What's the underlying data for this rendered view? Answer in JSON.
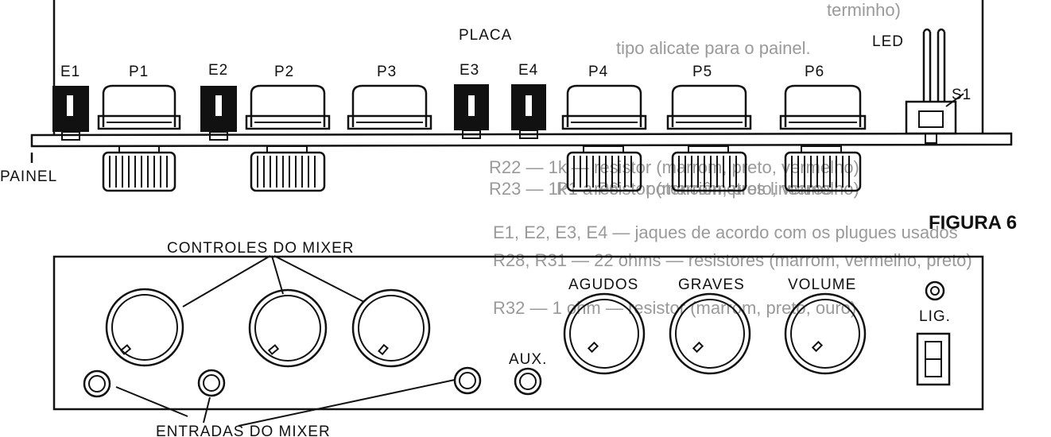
{
  "labels": {
    "placa": "PLACA",
    "led": "LED",
    "s1": "S1",
    "painel": "PAINEL",
    "figura": "FIGURA 6",
    "controles": "CONTROLES  DO  MIXER",
    "entradas": "ENTRADAS   DO   MIXER",
    "aux": "AUX.",
    "lig": "LIG."
  },
  "board_parts": [
    "E1",
    "P1",
    "E2",
    "P2",
    "P3",
    "E3",
    "E4",
    "P4",
    "P5",
    "P6"
  ],
  "panel_knobs": [
    "AGUDOS",
    "GRAVES",
    "VOLUME"
  ],
  "background_text": [
    "terminho)",
    "tipo alicate para o painel.",
    "R22 — 1k — resistor (marrom, preto, vermelho)",
    "R23 — 1k — resistor (marrom, preto, vermelho)",
    "R28, R31 — 22 ohms — resistores (marrom, vermelho, preto)",
    "R32 — 1 ohm — resistor (marrom, preto, ouro)",
    "E1, E2, E3, E4 — jaques de acordo com os plugues usados",
    "P1 a P6 — potenciômetros lineares"
  ],
  "colors": {
    "ink": "#111111",
    "paper": "#ffffff",
    "bleed": "#9a9a9a"
  }
}
